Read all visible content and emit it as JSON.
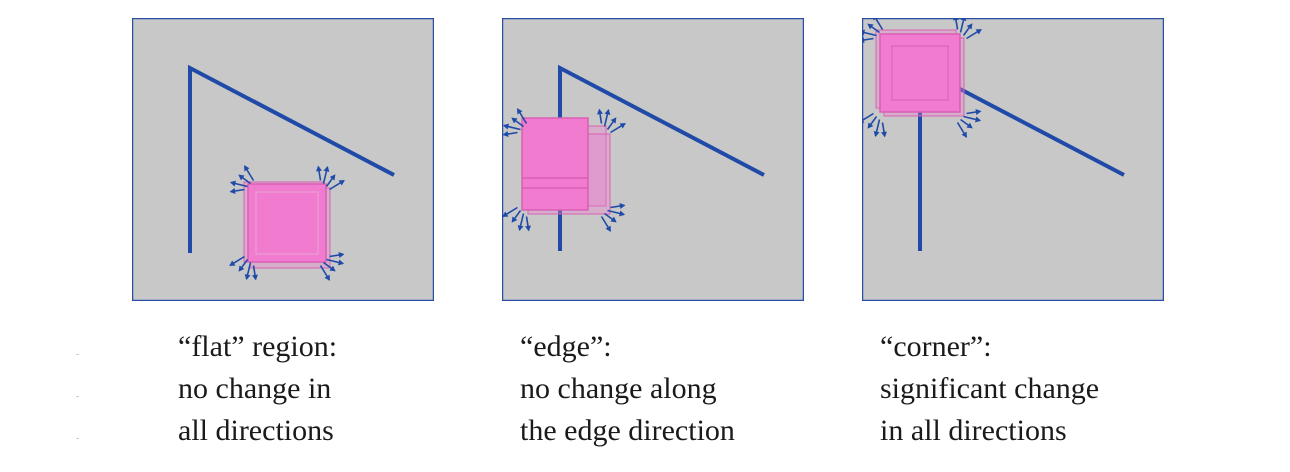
{
  "colors": {
    "panel_fill": "#c8c8c8",
    "panel_border": "#2b4fa6",
    "line": "#1f4aa8",
    "window_fill": "#f07bcf",
    "window_edge": "#d95fb3",
    "arrow": "#1f4aa8"
  },
  "panels": [
    {
      "name": "flat",
      "caption_lines": [
        "“flat” region:",
        "no change in",
        "all directions"
      ]
    },
    {
      "name": "edge",
      "caption_lines": [
        "“edge”:",
        "no change along",
        "the edge direction"
      ]
    },
    {
      "name": "corner",
      "caption_lines": [
        "“corner”:",
        "significant change",
        "in all directions"
      ]
    }
  ]
}
